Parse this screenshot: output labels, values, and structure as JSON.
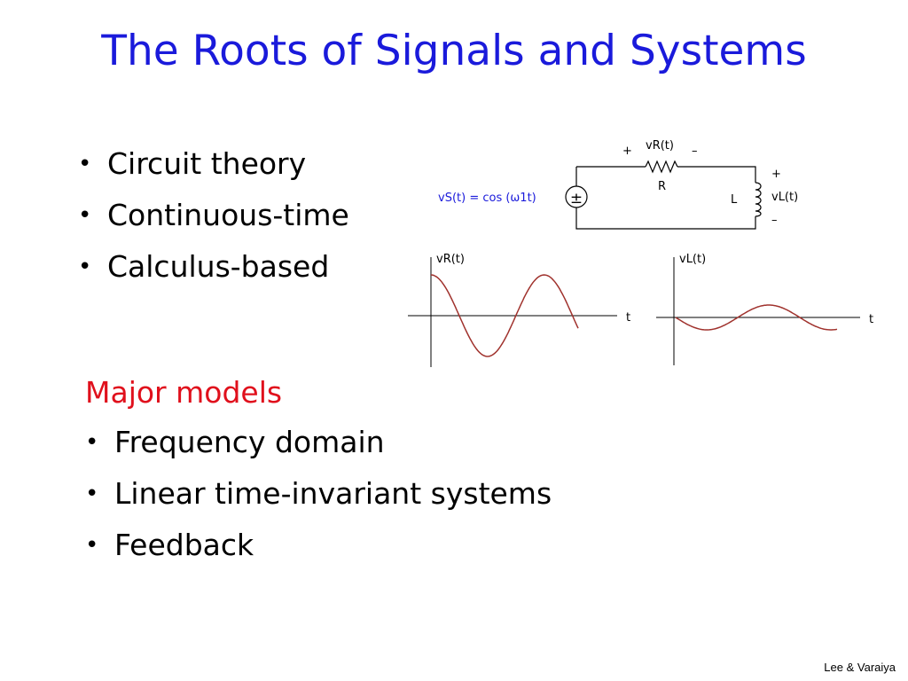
{
  "slide": {
    "title": "The Roots of Signals and Systems",
    "bullets_top": [
      "Circuit theory",
      "Continuous-time",
      "Calculus-based"
    ],
    "section_heading": "Major models",
    "bullets_bottom": [
      "Frequency domain",
      "Linear time-invariant systems",
      "Feedback"
    ],
    "footer": "Lee & Varaiya"
  },
  "diagram": {
    "source_label": "vS(t) = cos (ω1t)",
    "resistor_voltage": "vR(t)",
    "resistor_name": "R",
    "inductor_name": "L",
    "inductor_voltage": "vL(t)",
    "plus_sign": "+",
    "minus_sign": "–",
    "source_symbol": "±",
    "plot_left_label": "vR(t)",
    "plot_right_label": "vL(t)",
    "time_axis_label": "t",
    "colors": {
      "source_label": "#1a1adb",
      "waveform": "#a0322d",
      "wire": "#000000"
    }
  }
}
